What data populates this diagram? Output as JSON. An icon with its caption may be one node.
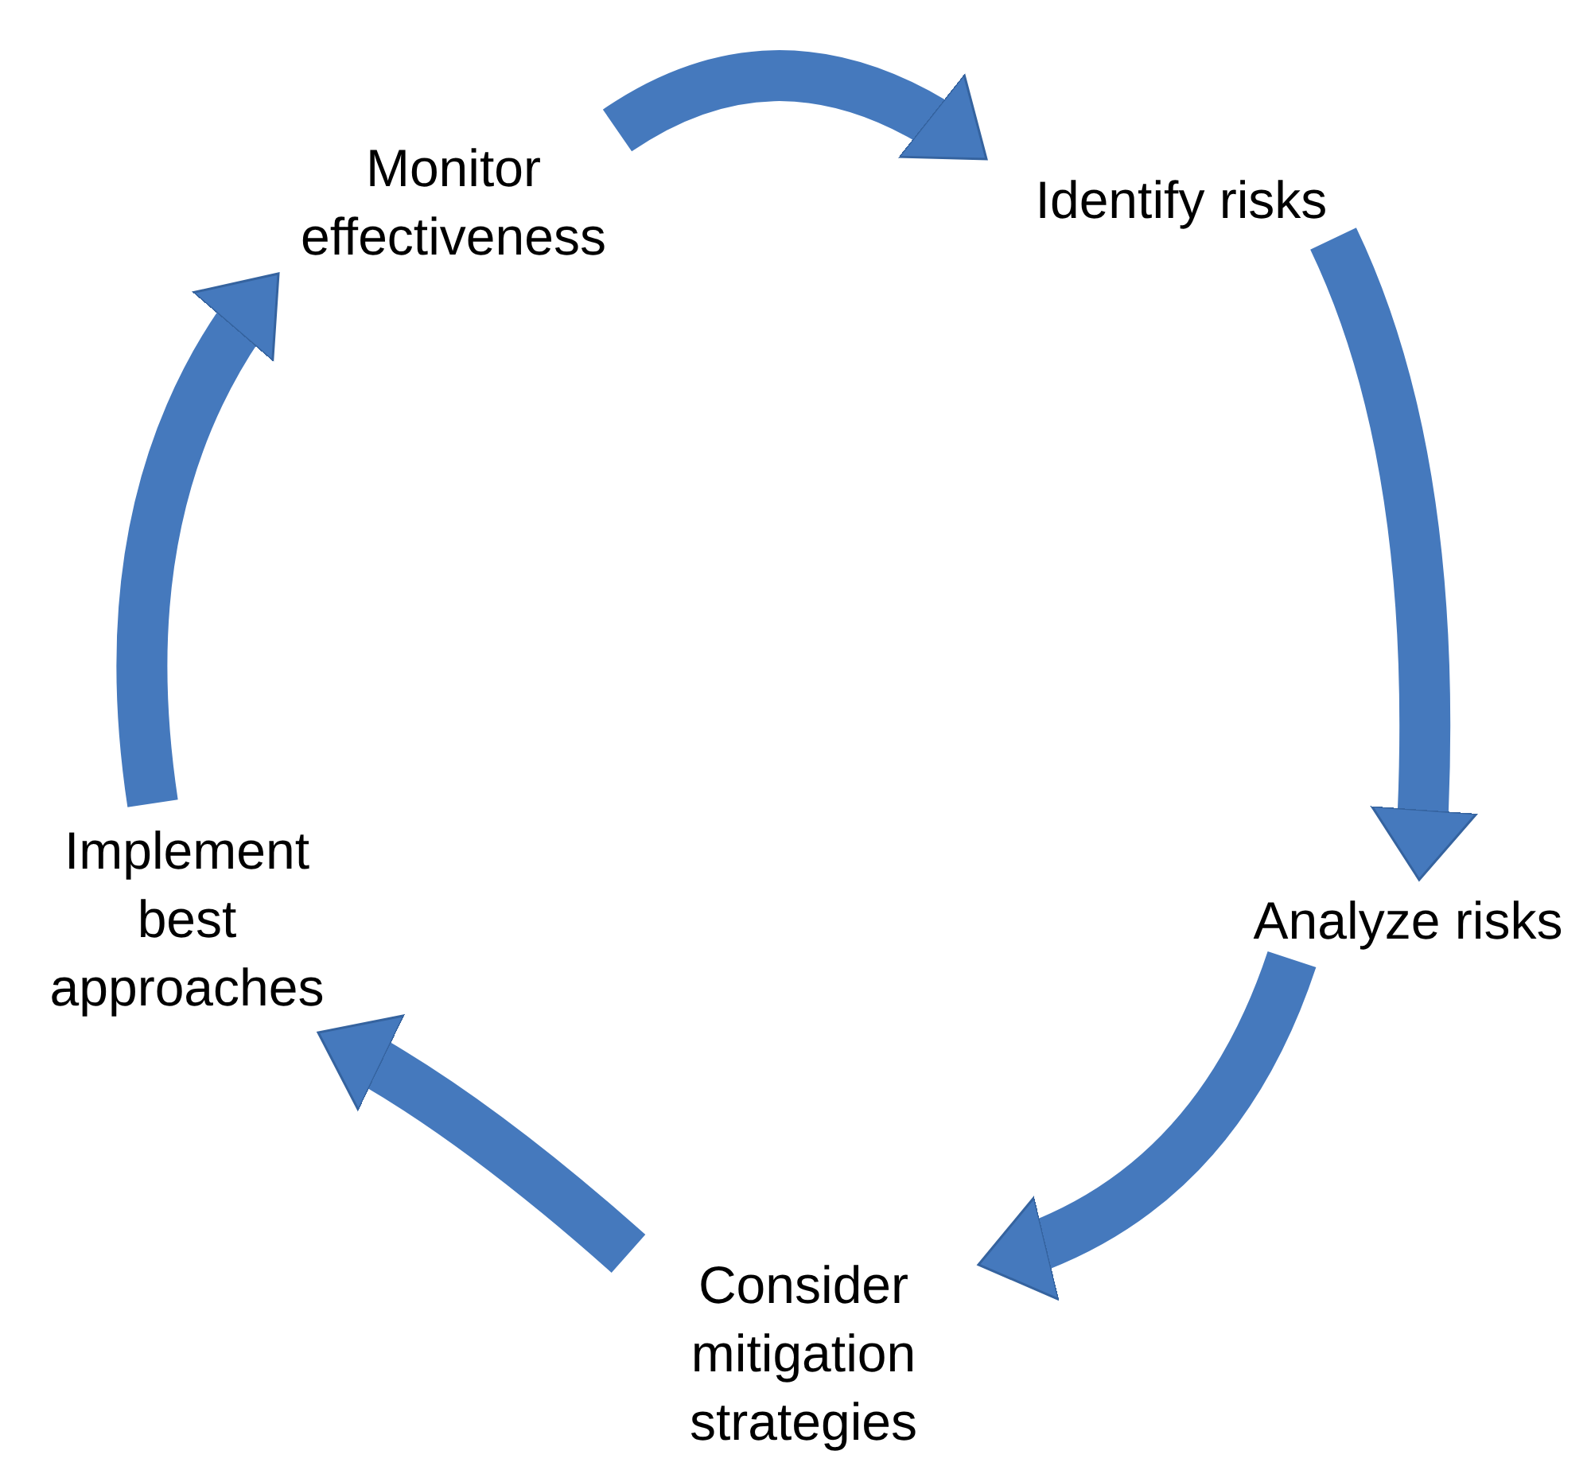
{
  "diagram": {
    "nodes": [
      {
        "text": [
          "Monitor effectiveness"
        ]
      },
      {
        "text": [
          "Identify risks"
        ]
      },
      {
        "text": [
          "Analyze risks"
        ]
      },
      {
        "text": [
          "Consider mitigation strategies"
        ]
      },
      {
        "text": [
          "Implement best approaches"
        ]
      }
    ],
    "edges": [
      {
        "from": 0,
        "to": 1,
        "arrow": "to"
      },
      {
        "from": 1,
        "to": 2,
        "arrow": "to"
      },
      {
        "from": 2,
        "to": 3,
        "arrow": "to"
      },
      {
        "from": 3,
        "to": 4,
        "arrow": "to"
      },
      {
        "from": 4,
        "to": 0,
        "arrow": "to"
      }
    ]
  }
}
